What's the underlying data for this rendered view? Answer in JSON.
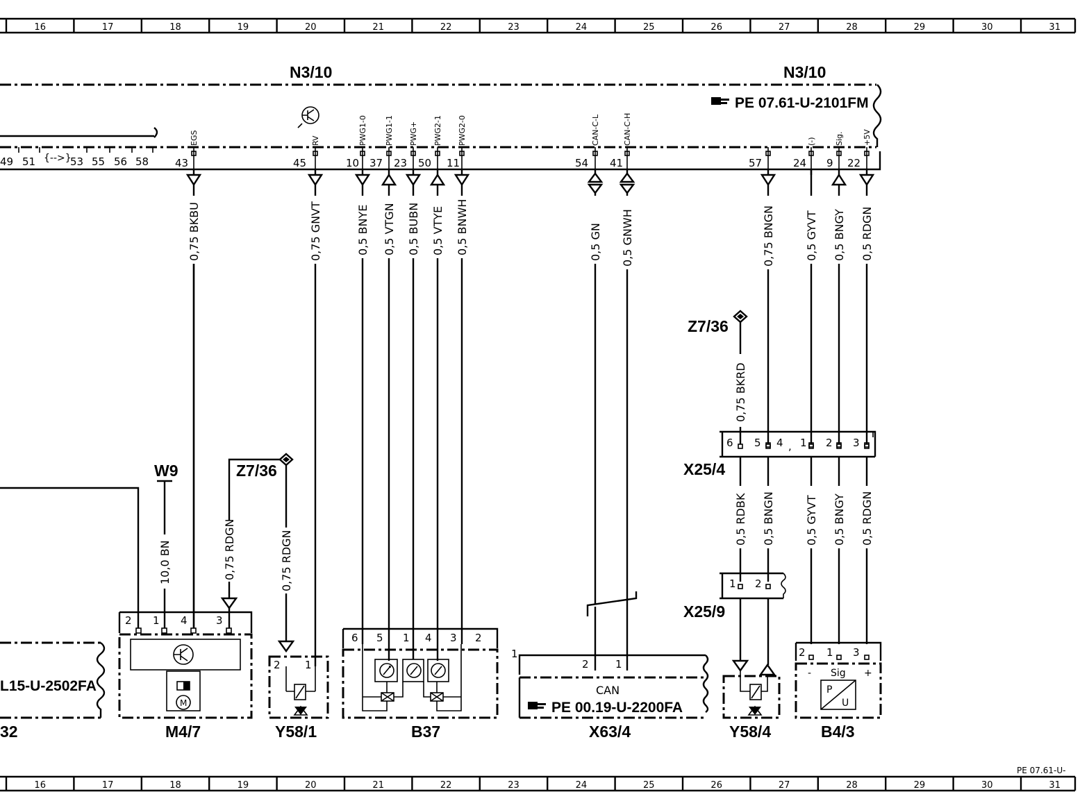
{
  "grid": {
    "columns": [
      "16",
      "17",
      "18",
      "19",
      "20",
      "21",
      "22",
      "23",
      "24",
      "25",
      "26",
      "27",
      "28",
      "29",
      "30",
      "31"
    ]
  },
  "page_code": "PE 07.61-U-",
  "control_unit": {
    "label_left": "N3/10",
    "label_right": "N3/10",
    "reference": "PE  07.61-U-2101FM",
    "left_pins": [
      "49",
      "51",
      "53",
      "55",
      "56",
      "58"
    ],
    "left_bracket": "{-->}"
  },
  "wires": [
    {
      "pin": "43",
      "signal": "EGS",
      "spec": "0,75  BKBU"
    },
    {
      "pin": "45",
      "signal": "RV",
      "spec": "0,75  GNVT"
    },
    {
      "pin": "10",
      "signal": "PWG1-0",
      "spec": "0,5  BNYE"
    },
    {
      "pin": "37",
      "signal": "PWG1-1",
      "spec": "0,5  VTGN"
    },
    {
      "pin": "23",
      "signal": "PWG+",
      "spec": "0,5  BUBN"
    },
    {
      "pin": "50",
      "signal": "PWG2-1",
      "spec": "0,5  VTYE"
    },
    {
      "pin": "11",
      "signal": "PWG2-0",
      "spec": "0,5  BNWH"
    },
    {
      "pin": "54",
      "signal": "CAN-C-L",
      "spec": "0,5  GN"
    },
    {
      "pin": "41",
      "signal": "CAN-C-H",
      "spec": "0,5  GNWH"
    },
    {
      "pin": "57",
      "signal": "",
      "spec": "0,75  BNGN"
    },
    {
      "pin": "24",
      "signal": "(-)",
      "spec": "0,5  GYVT"
    },
    {
      "pin": "9",
      "signal": "Sig.",
      "spec": "0,5  BNGY"
    },
    {
      "pin": "22",
      "signal": "+5V",
      "spec": "0,5  RDGN"
    }
  ],
  "ground_z736_top": {
    "label": "Z7/36",
    "spec": "0,75  BKRD"
  },
  "connector_x25_4": {
    "label": "X25/4",
    "pins": [
      "6",
      "5",
      "4",
      "1",
      "2",
      "3"
    ],
    "lower_specs": [
      "0,5  RDBK",
      "0,5  BNGN",
      "0,5  GYVT",
      "0,5  BNGY",
      "0,5  RDGN"
    ]
  },
  "connector_x25_9": {
    "label": "X25/9",
    "pins": [
      "1",
      "2"
    ]
  },
  "left_block": {
    "reference": "L15-U-2502FA",
    "label": "32"
  },
  "m47": {
    "label": "M4/7",
    "pins": [
      "2",
      "1",
      "4",
      "3"
    ],
    "w9": "W9",
    "w9_spec": "10,0  BN",
    "z736": "Z7/36",
    "z736_spec": "0,75  RDGN"
  },
  "y581": {
    "label": "Y58/1",
    "pins": [
      "2",
      "1"
    ],
    "spec": "0,75  RDGN"
  },
  "b37": {
    "label": "B37",
    "pins": [
      "6",
      "5",
      "1",
      "4",
      "3",
      "2"
    ]
  },
  "x634": {
    "label": "X63/4",
    "pins": [
      "2",
      "1"
    ],
    "ext_pin": "1",
    "name": "CAN",
    "reference": "PE  00.19-U-2200FA"
  },
  "y584": {
    "label": "Y58/4"
  },
  "b43": {
    "label": "B4/3",
    "pins": [
      "2",
      "1",
      "3"
    ],
    "sign_minus": "-",
    "sign_sig": "Sig",
    "sign_plus": "+",
    "symbol_p": "P",
    "symbol_u": "U"
  }
}
